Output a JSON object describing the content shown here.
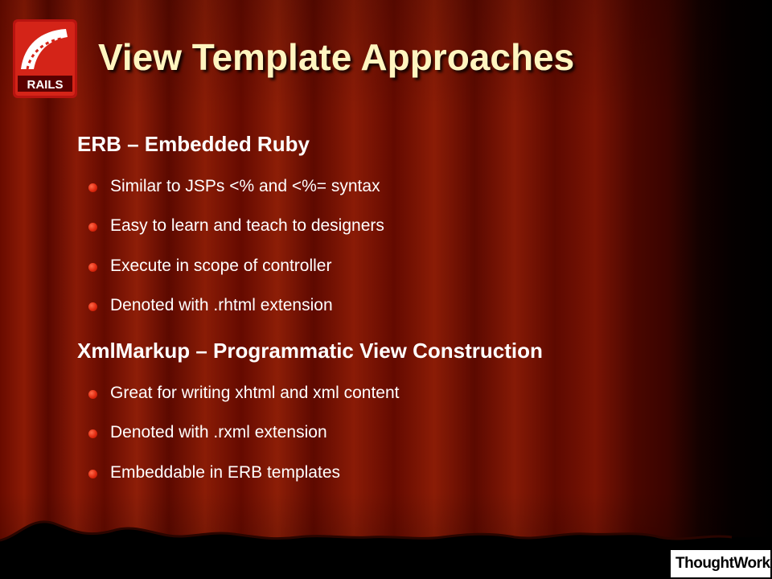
{
  "slide": {
    "title": "View Template Approaches",
    "logo_text": "RAILS",
    "sections": [
      {
        "heading": "ERB – Embedded Ruby",
        "bullets": [
          "Similar to JSPs <% and <%= syntax",
          "Easy to learn and teach to designers",
          "Execute in scope of controller",
          "Denoted with .rhtml extension"
        ]
      },
      {
        "heading": "XmlMarkup – Programmatic View Construction",
        "bullets": [
          "Great for writing xhtml and xml content",
          "Denoted with .rxml extension",
          "Embeddable in ERB templates"
        ]
      }
    ],
    "footer_brand": "ThoughtWorks"
  },
  "colors": {
    "curtain_red": "#8c1a05",
    "title": "#fff5c0",
    "bullet": "#e02a10",
    "text": "#ffffff"
  }
}
